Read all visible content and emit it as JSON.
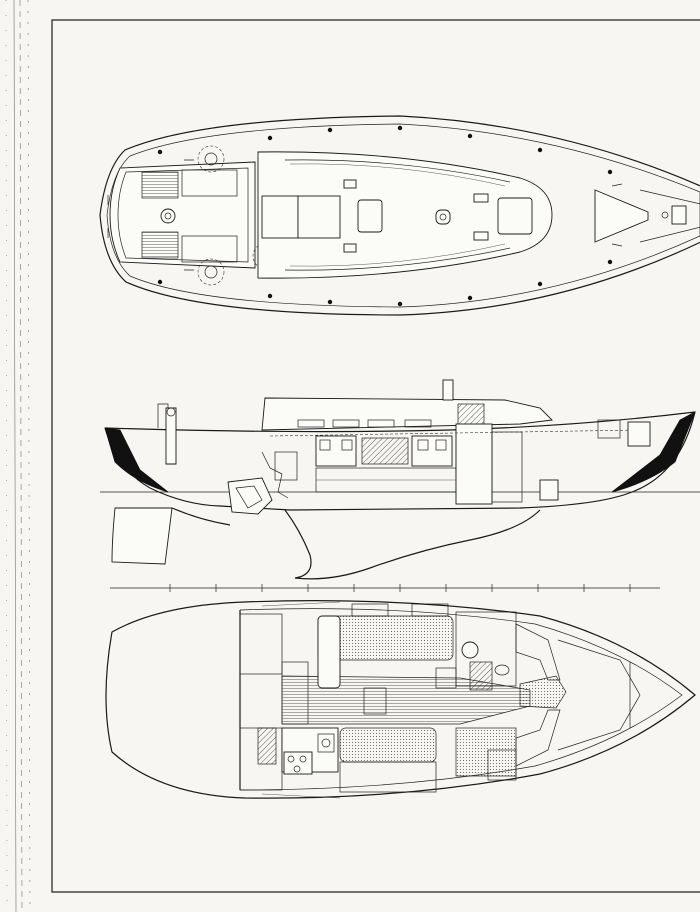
{
  "drawing": {
    "views": [
      "deck-plan-view",
      "profile-view",
      "interior-accommodation-view"
    ],
    "scale_ticks": [
      "",
      "",
      "",
      "",
      "",
      "",
      "",
      "",
      "",
      "",
      ""
    ]
  }
}
